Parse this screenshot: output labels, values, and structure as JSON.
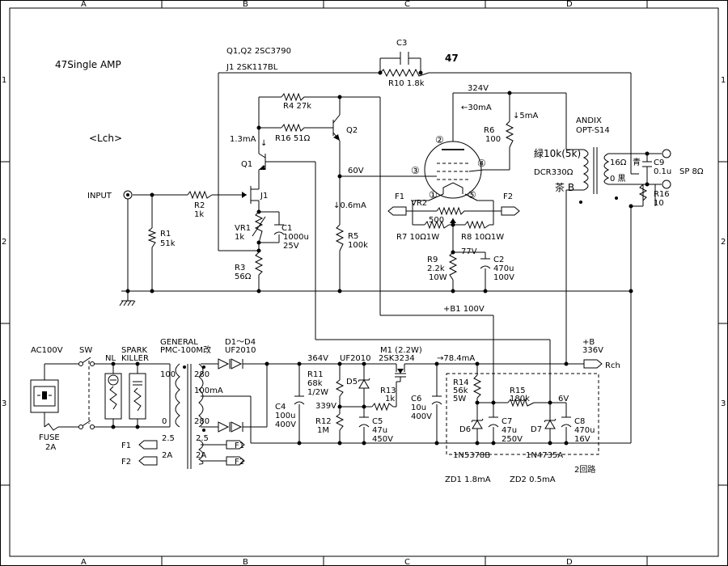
{
  "title": "47Single AMP",
  "channel": "<Lch>",
  "tube": "47",
  "transistors_note": "Q1,Q2 2SC3790",
  "fet_note": "J1 2SK117BL",
  "grid_cols": [
    "A",
    "B",
    "C",
    "D"
  ],
  "grid_rows": [
    "1",
    "2",
    "3"
  ],
  "labels": {
    "input": "INPUT",
    "r1": "R1",
    "r1v": "51k",
    "r2": "R2",
    "r2v": "1k",
    "j1": "J1",
    "vr1": "VR1",
    "vr1v": "1k",
    "c1": "C1",
    "c1v1": "1000u",
    "c1v2": "25V",
    "r3": "R3",
    "r3v": "56Ω",
    "q1": "Q1",
    "q2": "Q2",
    "cur_13ma": "1.3mA",
    "r4": "R4 27k",
    "r16": "R16 51Ω",
    "c3": "C3",
    "r10": "R10 1.8k",
    "v60": "60V",
    "cur_06ma": "↓0.6mA",
    "r5": "R5",
    "r5v": "100k",
    "v324": "324V",
    "cur_30ma": "←30mA",
    "cur_5ma": "↓5mA",
    "r6": "R6",
    "r6v": "100",
    "pin1": "①",
    "pin2": "②",
    "pin3": "③",
    "pin4": "④",
    "pin5": "⑤",
    "vr2": "VR2",
    "vr2v": "500",
    "f1": "F1",
    "f2": "F2",
    "r7": "R7 10Ω1W",
    "r8": "R8 10Ω1W",
    "v77": "77V",
    "r9": "R9",
    "r9v1": "2.2k",
    "r9v2": "10W",
    "c2": "C2",
    "c2v1": "470u",
    "c2v2": "100V",
    "andix": "ANDIX",
    "opt": "OPT-S14",
    "midori": "緑10k(5k)",
    "dcr": "DCR330Ω",
    "cha": "茶 B",
    "ohm16": "16Ω",
    "ao": "青",
    "zero": "0 黒",
    "c9": "C9",
    "c9v": "0.1u",
    "sp": "SP 8Ω",
    "r16b": "R16",
    "r16bv": "10",
    "b1": "+B1 100V",
    "b_plus": "+B",
    "b_v": "336V",
    "rch": "Rch",
    "ac": "AC100V",
    "sw": "SW",
    "nl": "NL",
    "spark1": "SPARK",
    "spark2": "KILLER",
    "fuse": "FUSE",
    "fusev": "2A",
    "general": "GENERAL",
    "pmc": "PMC-100M改",
    "t100": "100",
    "t0": "0",
    "t280a": "280",
    "t280b": "280",
    "t100ma": "100mA",
    "t25a": "2.5",
    "t2a": "2A",
    "t25b": "2.5",
    "t2b": "2A",
    "pf1": "F1",
    "pf2": "F2",
    "sf1": "F1",
    "sf2": "F2",
    "d1d4": "D1～D4",
    "uf2010a": "UF2010",
    "v364": "364V",
    "uf2010b": "UF2010",
    "r11": "R11",
    "r11v1": "68k",
    "r11v2": "1/2W",
    "d5": "D5",
    "v339": "339V",
    "r12": "R12",
    "r12v": "1M",
    "c4": "C4",
    "c4v1": "100u",
    "c4v2": "400V",
    "c5": "C5",
    "c5v1": "47u",
    "c5v2": "450V",
    "m1": "M1 (2.2W)",
    "m1p": "2SK3234",
    "r13": "R13",
    "r13v": "1k",
    "c6": "C6",
    "c6v1": "10u",
    "c6v2": "400V",
    "cur_784": "→78.4mA",
    "r14": "R14",
    "r14v1": "56k",
    "r14v2": "5W",
    "r15": "R15",
    "r15v": "180k",
    "v6": "6V",
    "d6": "D6",
    "d7": "D7",
    "c7": "C7",
    "c7v1": "47u",
    "c7v2": "250V",
    "c8": "C8",
    "c8v1": "470u",
    "c8v2": "16V",
    "zd1p": "1N5378B",
    "zd2p": "1N4735A",
    "niro": "2回路",
    "zd1": "ZD1 1.8mA",
    "zd2": "ZD2 0.5mA"
  }
}
